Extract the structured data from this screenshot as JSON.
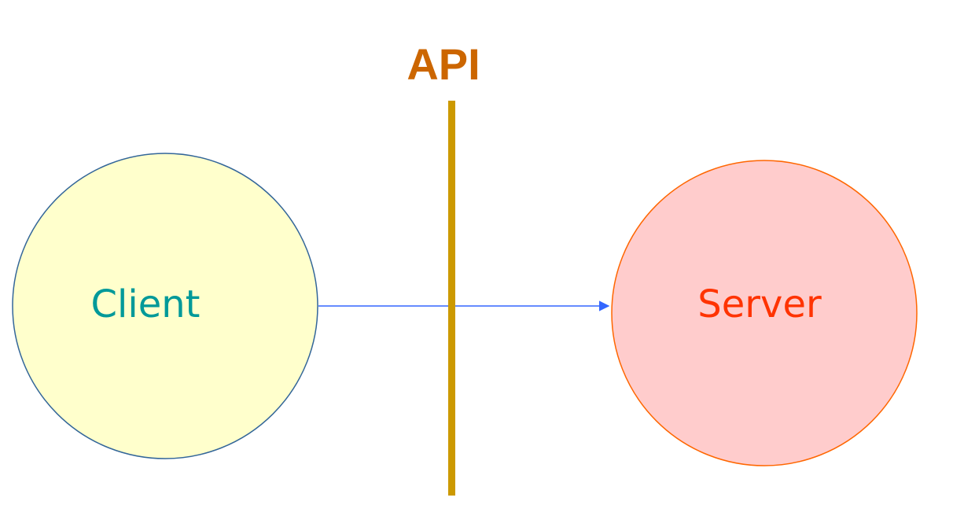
{
  "api": {
    "label": "API",
    "color": "#cc6600",
    "line_color": "#cc9900"
  },
  "client": {
    "label": "Client",
    "fill": "#ffffcc",
    "stroke": "#336699",
    "text_color": "#009999"
  },
  "server": {
    "label": "Server",
    "fill": "#ffcccc",
    "stroke": "#ff6600",
    "text_color": "#ff3300"
  },
  "arrow": {
    "color": "#3366ff",
    "direction": "client-to-server"
  }
}
